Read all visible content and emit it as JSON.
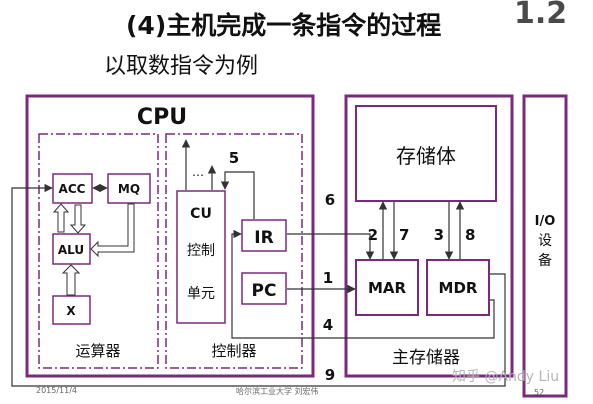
{
  "slide": {
    "title": "(4)主机完成一条指令的过程",
    "subtitle": "以取数指令为例",
    "slide_number": "1.2",
    "footer_date": "2015/11/4",
    "footer_school": "哈尔滨工业大学  刘宏伟",
    "footer_page": "52",
    "watermark": "知乎 @Andy Liu"
  },
  "diagram": {
    "cpu_label": "CPU",
    "acc": "ACC",
    "mq": "MQ",
    "alu": "ALU",
    "x": "X",
    "alu_group_label": "运算器",
    "cu_label": "CU",
    "cu_desc_1": "控制",
    "cu_desc_2": "单元",
    "ellipsis": "…",
    "ir": "IR",
    "pc": "PC",
    "control_group_label": "控制器",
    "storage_body": "存储体",
    "mar": "MAR",
    "mdr": "MDR",
    "memory_label": "主存储器",
    "io_line1": "I/O",
    "io_line2": "设",
    "io_line3": "备",
    "step1": "1",
    "step2": "2",
    "step3": "3",
    "step4": "4",
    "step5": "5",
    "step6": "6",
    "step7": "7",
    "step8": "8",
    "step9": "9"
  },
  "colors": {
    "frame": "#7a2a7a",
    "line": "#333333",
    "text": "#111111",
    "muted": "#666666"
  }
}
